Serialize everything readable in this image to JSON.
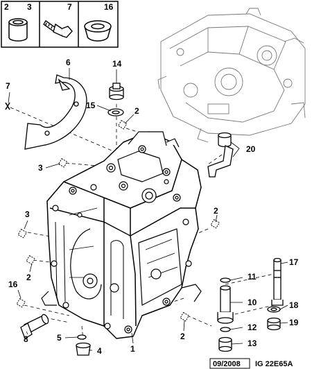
{
  "legend": [
    {
      "ref": "2",
      "qty": "3"
    },
    {
      "ref": "",
      "qty": "7"
    },
    {
      "ref": "",
      "qty": "16"
    }
  ],
  "callouts": {
    "c1": "1",
    "c2a": "2",
    "c2b": "2",
    "c2c": "2",
    "c2d": "2",
    "c3a": "3",
    "c3b": "3",
    "c4": "4",
    "c5": "5",
    "c6": "6",
    "c7": "7",
    "c8": "8",
    "c10": "10",
    "c11": "11",
    "c12": "12",
    "c13": "13",
    "c14": "14",
    "c15": "15",
    "c16": "16",
    "c17": "17",
    "c18": "18",
    "c19": "19",
    "c20": "20"
  },
  "footer": {
    "date": "09/2008",
    "ref": "IG 22E65A"
  }
}
